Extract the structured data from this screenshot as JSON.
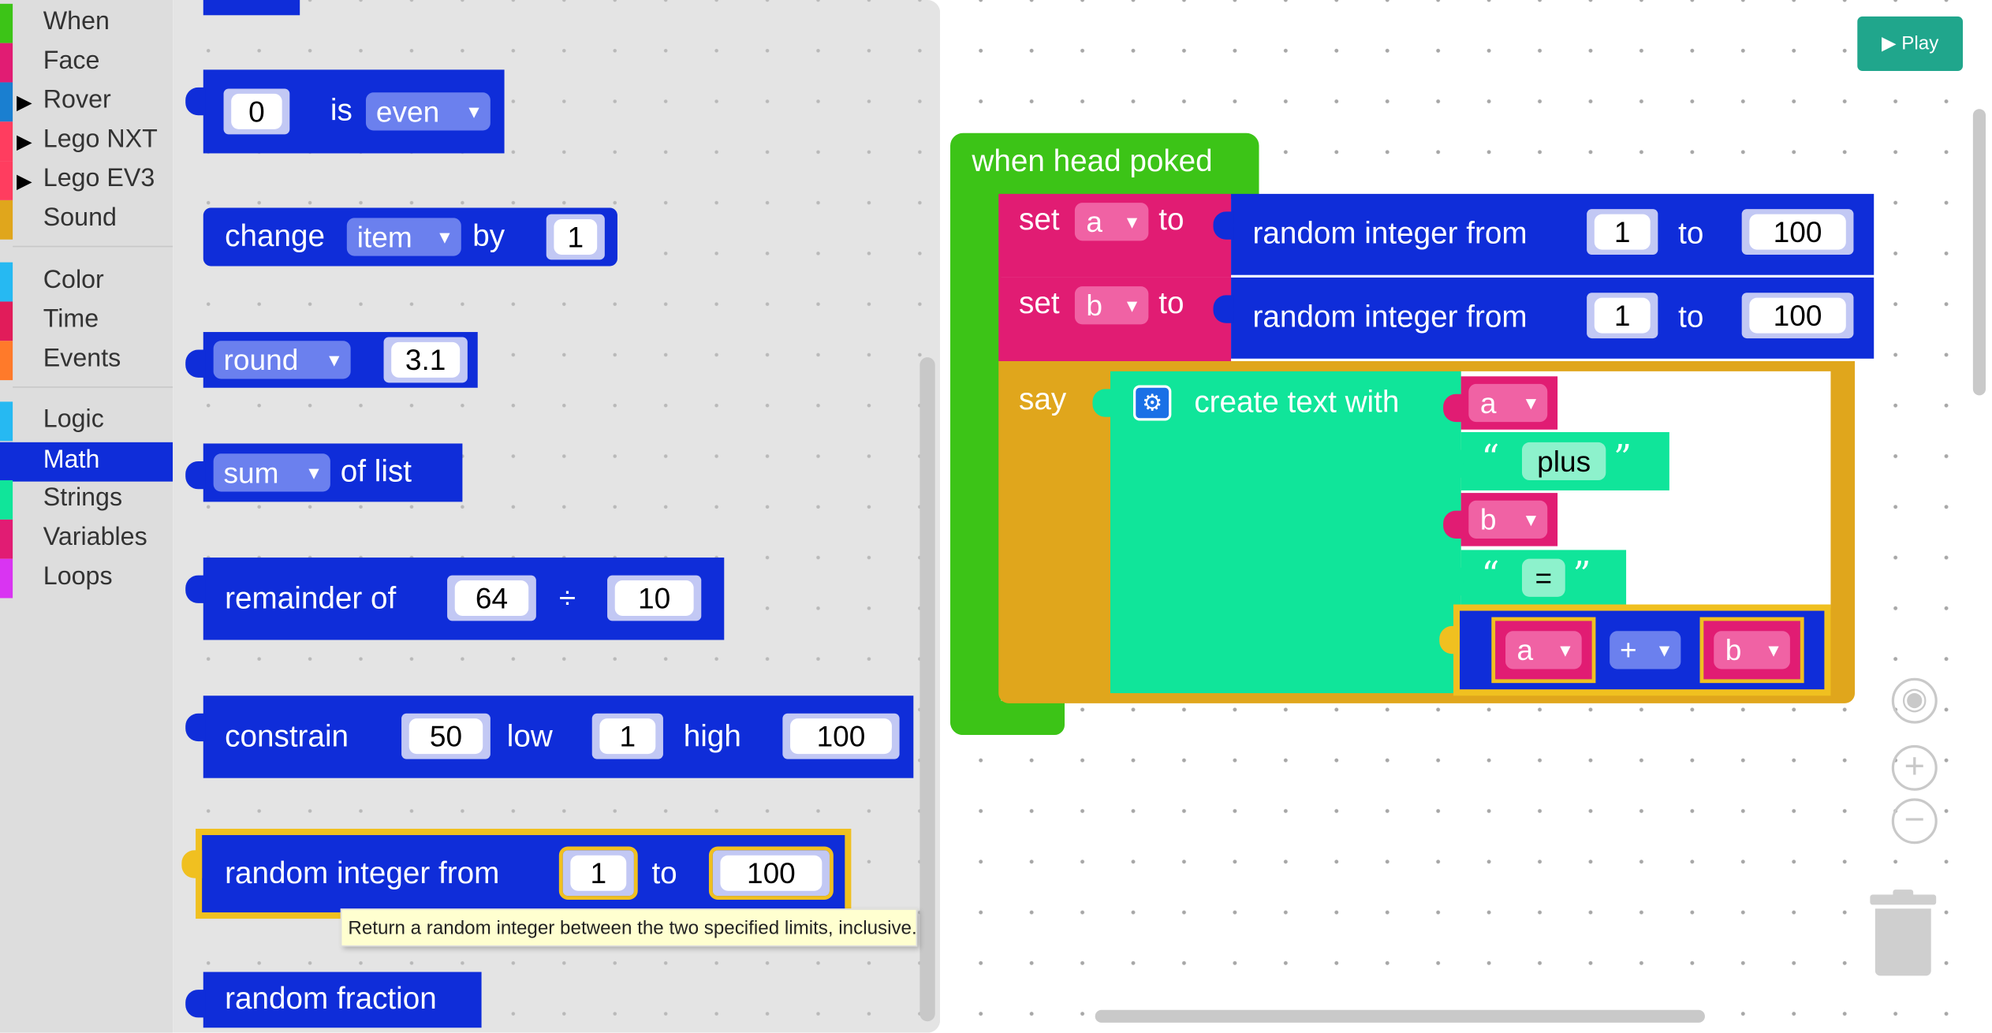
{
  "toolbox": {
    "categories": [
      {
        "label": "When",
        "color": "#3cc417"
      },
      {
        "label": "Face",
        "color": "#e11c73"
      },
      {
        "label": "Rover",
        "color": "#1a7fd0",
        "expandable": true
      },
      {
        "label": "Lego NXT",
        "color": "#ff3d5f",
        "expandable": true
      },
      {
        "label": "Lego EV3",
        "color": "#ff3d5f",
        "expandable": true
      },
      {
        "label": "Sound",
        "color": "#e0a61c"
      },
      {
        "label": "Color",
        "color": "#26b9f2"
      },
      {
        "label": "Time",
        "color": "#e11c5a"
      },
      {
        "label": "Events",
        "color": "#ff7a2a"
      },
      {
        "label": "Logic",
        "color": "#26b9f2"
      },
      {
        "label": "Math",
        "color": "#0f2dd9",
        "selected": true
      },
      {
        "label": "Strings",
        "color": "#10e59a"
      },
      {
        "label": "Variables",
        "color": "#e11c73"
      },
      {
        "label": "Loops",
        "color": "#d934f2"
      }
    ]
  },
  "flyout": {
    "is_even": {
      "value": "0",
      "text": "is",
      "option": "even"
    },
    "change": {
      "text1": "change",
      "var": "item",
      "text2": "by",
      "value": "1"
    },
    "round": {
      "option": "round",
      "value": "3.1"
    },
    "list": {
      "option": "sum",
      "text": "of list"
    },
    "remainder": {
      "text": "remainder of",
      "a": "64",
      "op": "÷",
      "b": "10"
    },
    "constrain": {
      "text": "constrain",
      "value": "50",
      "low_label": "low",
      "low": "1",
      "high_label": "high",
      "high": "100"
    },
    "random_int": {
      "text": "random integer from",
      "from": "1",
      "to_label": "to",
      "to": "100"
    },
    "random_fraction": {
      "text": "random fraction"
    },
    "tooltip": "Return a random integer between the two specified limits, inclusive."
  },
  "workspace": {
    "play_label": "Play",
    "event_label": "when head poked",
    "set_a": {
      "set": "set",
      "var": "a",
      "to": "to",
      "fn": "random integer from",
      "from": "1",
      "to_label": "to",
      "to_val": "100"
    },
    "set_b": {
      "set": "set",
      "var": "b",
      "to": "to",
      "fn": "random integer from",
      "from": "1",
      "to_label": "to",
      "to_val": "100"
    },
    "say": {
      "label": "say",
      "create_text": "create text with",
      "items": {
        "var1": "a",
        "str1": "plus",
        "var2": "b",
        "str2": "="
      },
      "sum": {
        "a": "a",
        "op": "+",
        "b": "b"
      }
    }
  },
  "colors": {
    "math": "#0f2dd9",
    "event": "#3cc417",
    "variables": "#e11c73",
    "sound": "#e0a61c",
    "strings": "#10e59a",
    "play": "#20a68c"
  }
}
